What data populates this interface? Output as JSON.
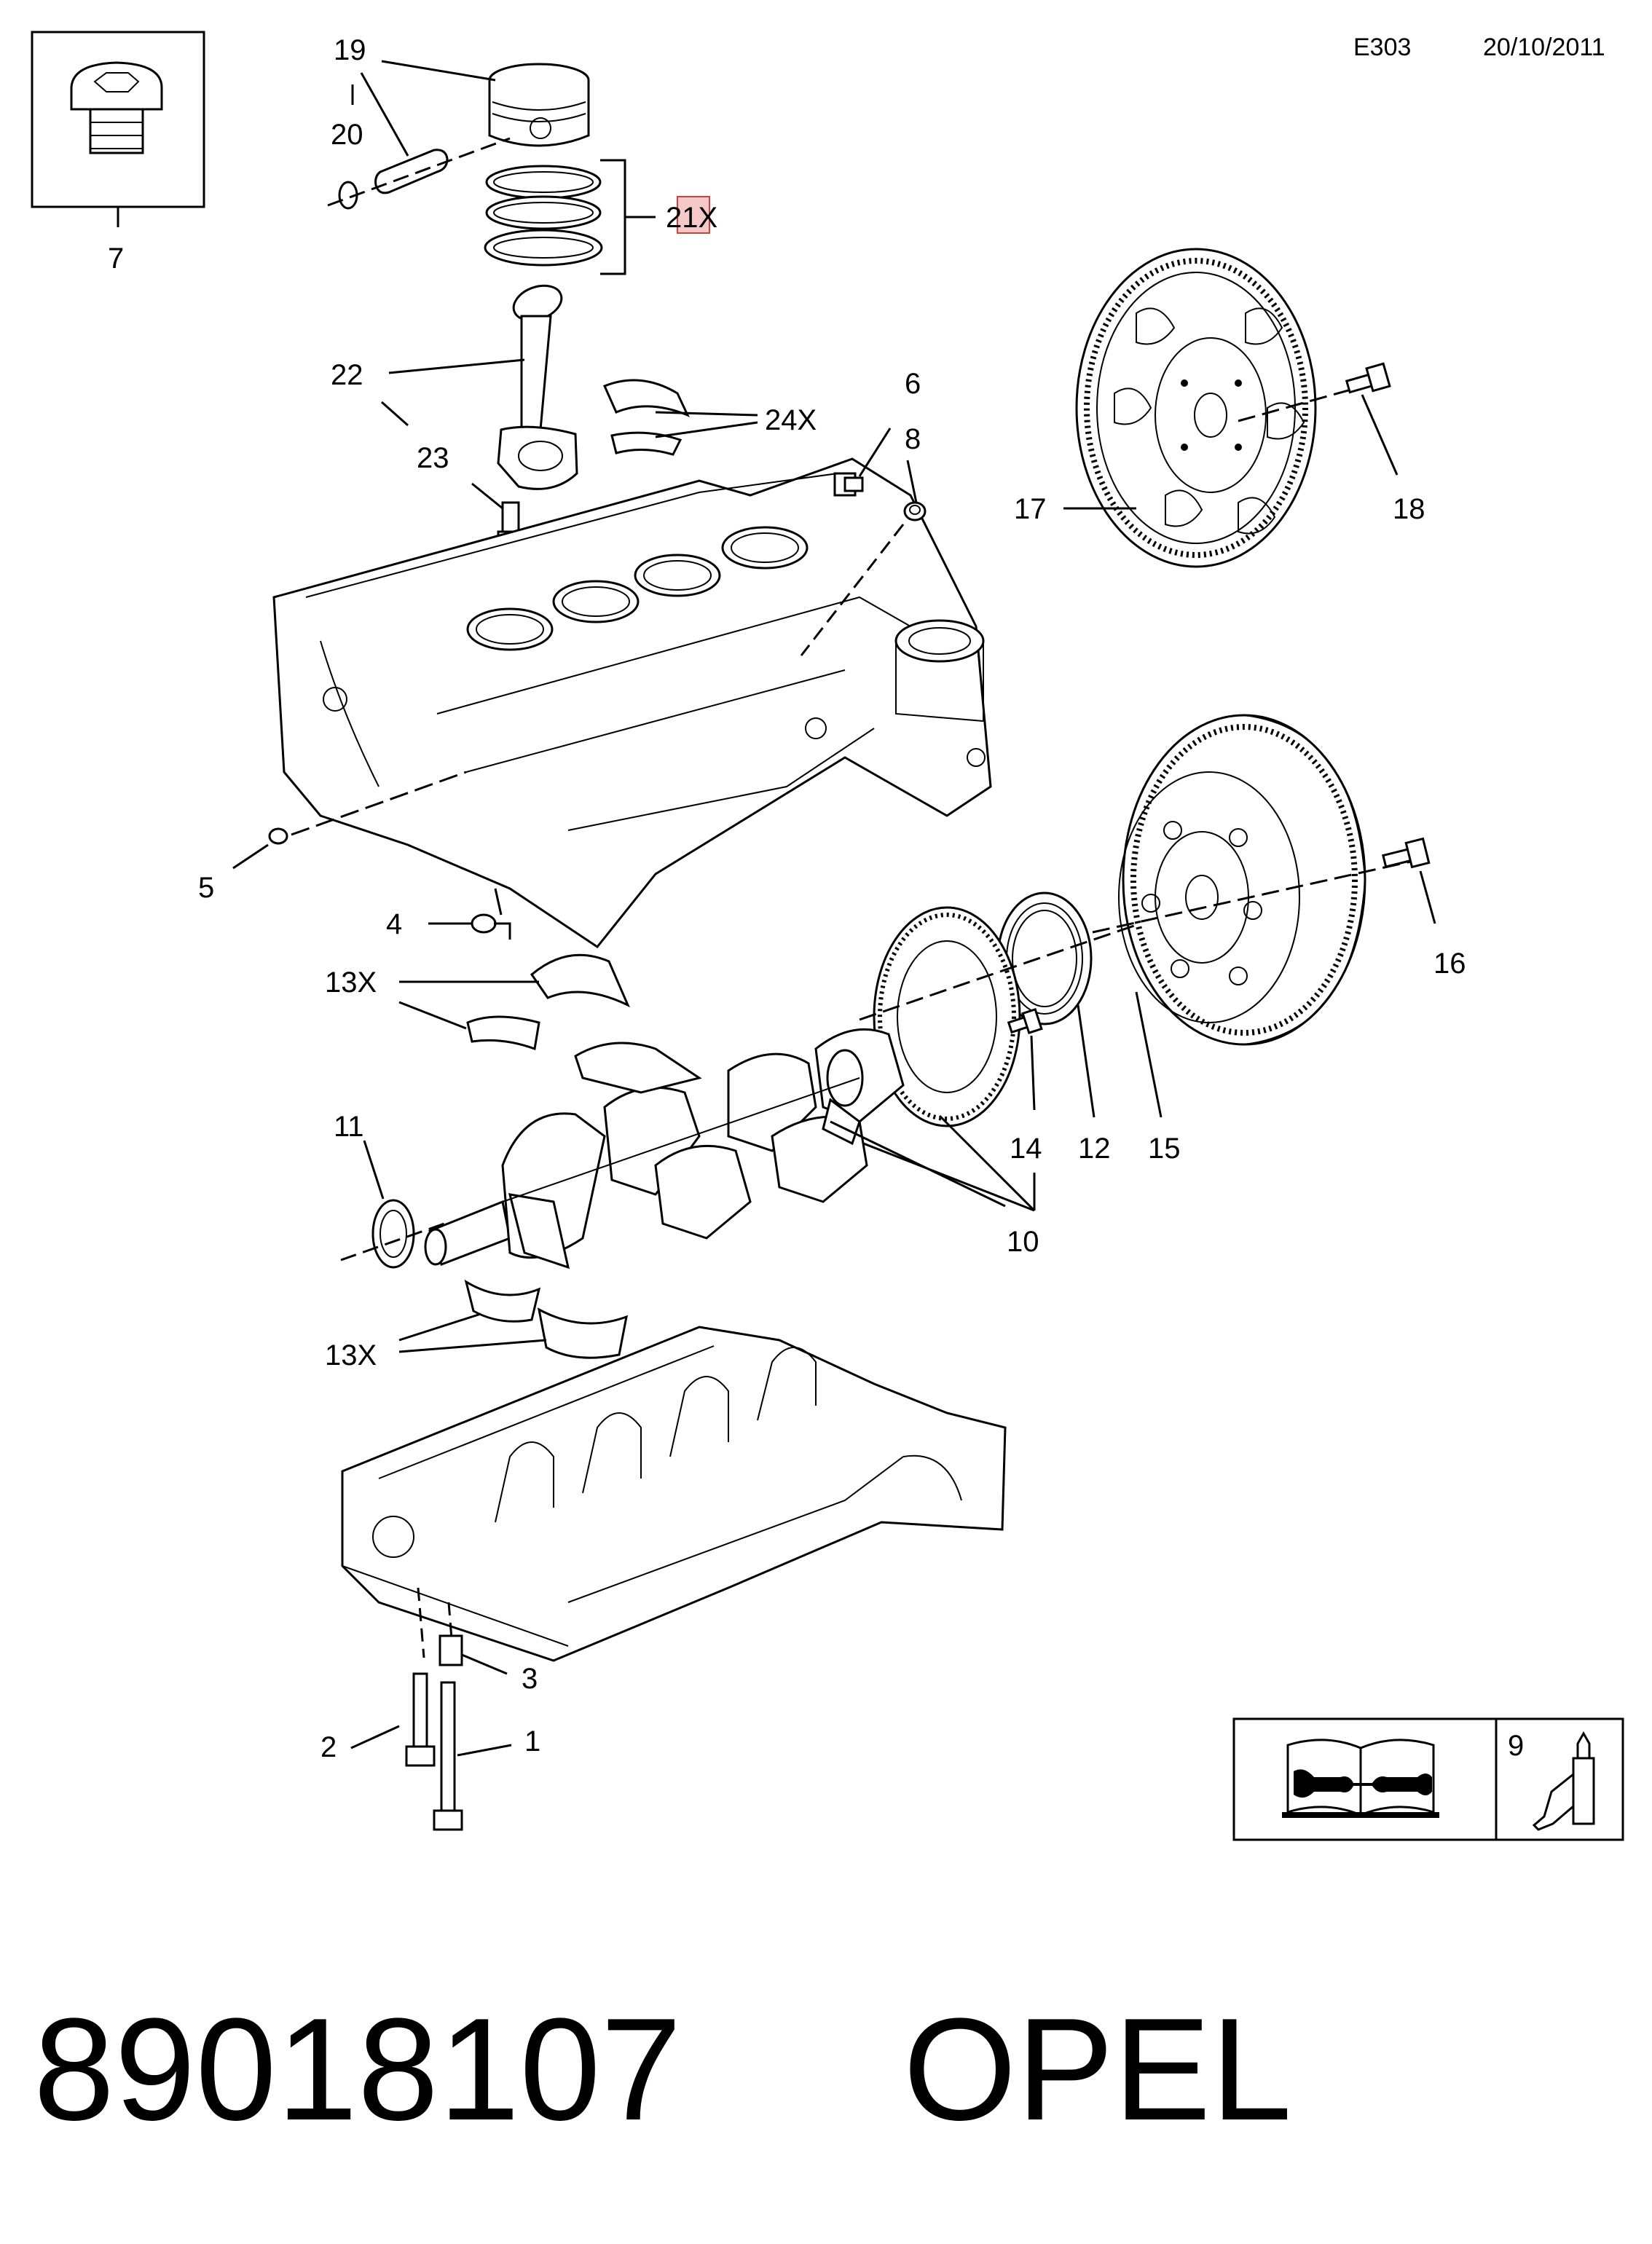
{
  "header": {
    "code": "E303",
    "date": "20/10/2011"
  },
  "footer": {
    "part_number": "89018107",
    "brand": "OPEL"
  },
  "callouts": {
    "c1": "1",
    "c2": "2",
    "c3": "3",
    "c4": "4",
    "c5": "5",
    "c6": "6",
    "c7": "7",
    "c8": "8",
    "c9": "9",
    "c10": "10",
    "c11": "11",
    "c12": "12",
    "c13a": "13X",
    "c13b": "13X",
    "c14": "14",
    "c15": "15",
    "c16": "16",
    "c17": "17",
    "c18": "18",
    "c19": "19",
    "c20": "20",
    "c21_num": "21",
    "c21_suffix": "X",
    "c22": "22",
    "c23": "23",
    "c24": "24X"
  },
  "icons": {
    "reference_book": "manual-book-wrench-icon",
    "sealant": "sealant-bottle-icon",
    "drain_plug": "drain-plug-icon"
  },
  "highlight_color": "#f6c9c9"
}
